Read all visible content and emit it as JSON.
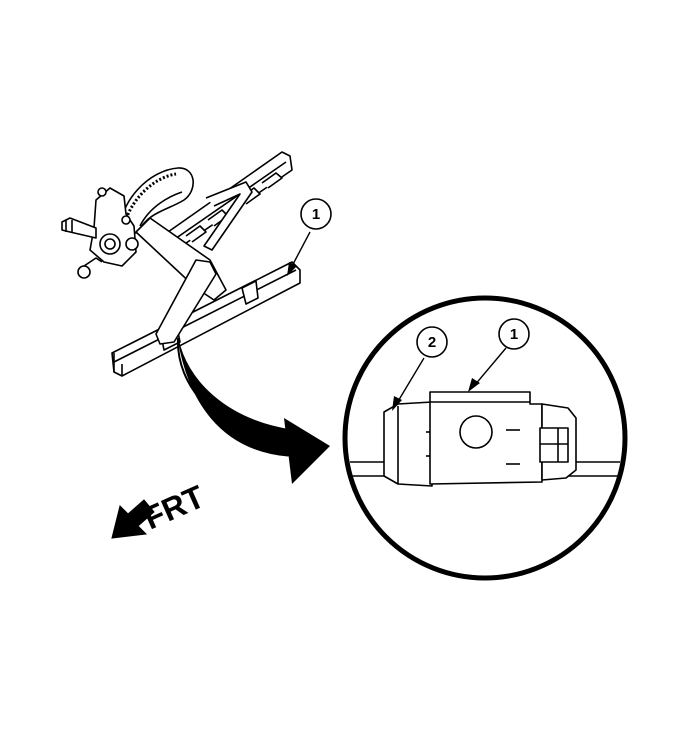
{
  "diagram": {
    "callouts": {
      "regulator_rail": "1",
      "detail_rail": "1",
      "detail_clip": "2"
    },
    "direction_label": "FRT",
    "colors": {
      "line": "#000000",
      "fill": "#ffffff"
    }
  }
}
